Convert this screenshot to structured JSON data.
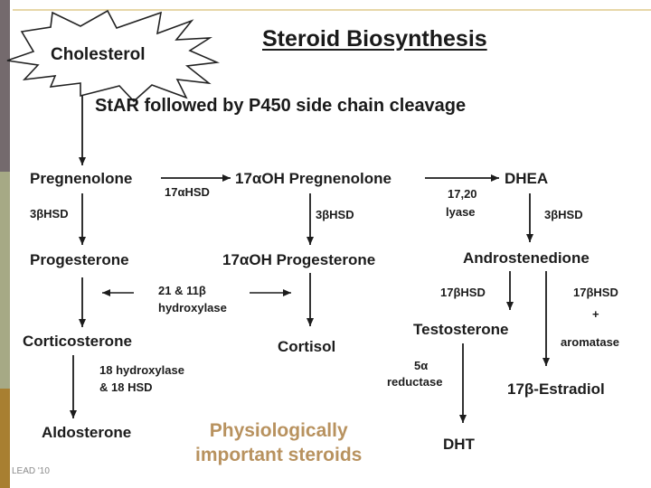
{
  "title": "Steroid Biosynthesis",
  "start_molecule": "Cholesterol",
  "first_step": "StAR followed by P450 side chain cleavage",
  "molecules": {
    "pregnenolone": "Pregnenolone",
    "oh_pregnenolone": "17αOH Pregnenolone",
    "dhea": "DHEA",
    "progesterone": "Progesterone",
    "oh_progesterone": "17αOH Progesterone",
    "androstenedione": "Androstenedione",
    "corticosterone": "Corticosterone",
    "cortisol": "Cortisol",
    "testosterone": "Testosterone",
    "aldosterone": "Aldosterone",
    "estradiol": "17β-Estradiol",
    "dht": "DHT"
  },
  "enzymes": {
    "hsd17a": "17αHSD",
    "lyase_line1": "17,20",
    "lyase_line2": "lyase",
    "hsd3b_left": "3βHSD",
    "hsd3b_mid": "3βHSD",
    "hsd3b_right": "3βHSD",
    "hydroxylase_line1": "21 & 11β",
    "hydroxylase_line2": "hydroxylase",
    "hsd17b_left": "17βHSD",
    "hsd17b_right": "17βHSD",
    "plus": "+",
    "aromatase": "aromatase",
    "reductase_line1": "5α",
    "reductase_line2": "reductase",
    "aldo_line1": "18 hydroxylase",
    "aldo_line2": "& 18 HSD"
  },
  "footer_label_line1": "Physiologically",
  "footer_label_line2": "important steroids",
  "corner_text": "LEAD '10",
  "colors": {
    "text": "#1c1c1c",
    "highlight": "#b8925f",
    "bar_top": "#746a6d",
    "bar_middle": "#a6a985",
    "bar_bottom": "#a87f31"
  }
}
